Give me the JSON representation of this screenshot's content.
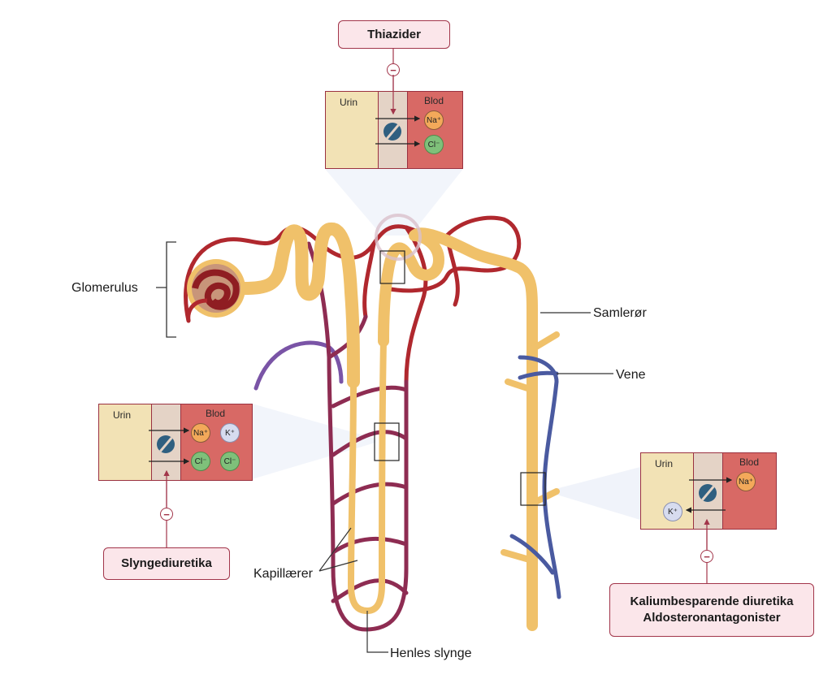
{
  "labels": {
    "glomerulus": "Glomerulus",
    "samleror": "Samlerør",
    "vene": "Vene",
    "kapillaerer": "Kapillærer",
    "henles_slynge": "Henles slynge"
  },
  "drugs": {
    "thiazider": "Thiazider",
    "slyngediuretika": "Slyngediuretika",
    "kaliumbesparende_line1": "Kaliumbesparende diuretika",
    "kaliumbesparende_line2": "Aldosteronantagonister"
  },
  "panels": {
    "thiazide": {
      "urin": "Urin",
      "blod": "Blod",
      "ions": [
        "Na⁺",
        "Cl⁻"
      ]
    },
    "loop": {
      "urin": "Urin",
      "blod": "Blod",
      "ions": [
        "Na⁺",
        "K⁺",
        "Cl⁻",
        "Cl⁻"
      ]
    },
    "potassium": {
      "urin": "Urin",
      "blod": "Blod",
      "ions": [
        "Na⁺",
        "K⁺"
      ]
    }
  },
  "inhibit_symbol": "−",
  "colors": {
    "tubule": "#f0c16a",
    "artery": "#b0282e",
    "capillary": "#8e2c52",
    "vein": "#4a5aa0",
    "purple_vessel": "#7a54a6",
    "urin": "#f2e2b5",
    "blod": "#d86965",
    "drug_box": "#fbe6ea"
  }
}
